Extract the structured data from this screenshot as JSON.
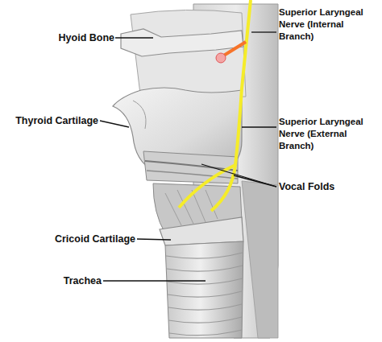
{
  "diagram": {
    "labels": [
      "Hyoid Bone",
      "Superior Laryngeal Nerve (Internal Branch)",
      "Thyroid Cartilage",
      "Superior Laryngeal Nerve (External Branch)",
      "Vocal Folds",
      "Cricoid Cartilage",
      "Trachea"
    ]
  }
}
